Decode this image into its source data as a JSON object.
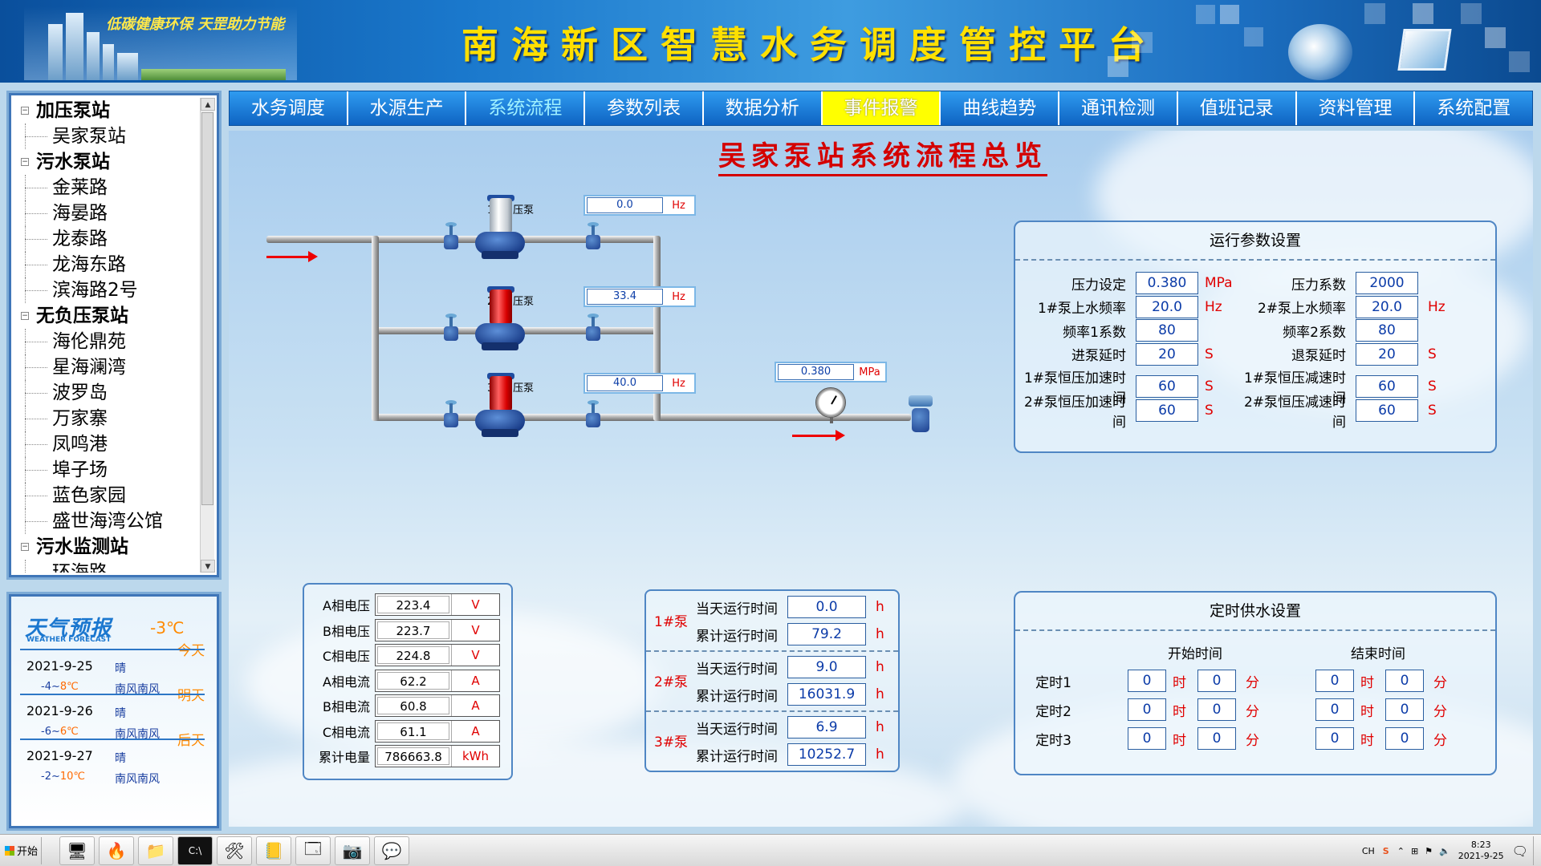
{
  "header": {
    "title": "南海新区智慧水务调度管控平台",
    "slogan": "低碳健康环保 天罡助力节能"
  },
  "nav": {
    "tabs": [
      {
        "label": "水务调度",
        "state": "normal"
      },
      {
        "label": "水源生产",
        "state": "normal"
      },
      {
        "label": "系统流程",
        "state": "active"
      },
      {
        "label": "参数列表",
        "state": "normal"
      },
      {
        "label": "数据分析",
        "state": "normal"
      },
      {
        "label": "事件报警",
        "state": "alarm"
      },
      {
        "label": "曲线趋势",
        "state": "normal"
      },
      {
        "label": "通讯检测",
        "state": "normal"
      },
      {
        "label": "值班记录",
        "state": "normal"
      },
      {
        "label": "资料管理",
        "state": "normal"
      },
      {
        "label": "系统配置",
        "state": "normal"
      }
    ]
  },
  "tree": {
    "groups": [
      {
        "label": "加压泵站",
        "items": [
          "吴家泵站"
        ]
      },
      {
        "label": "污水泵站",
        "items": [
          "金莱路",
          "海晏路",
          "龙泰路",
          "龙海东路",
          "滨海路2号"
        ]
      },
      {
        "label": "无负压泵站",
        "items": [
          "海伦鼎苑",
          "星海澜湾",
          "波罗岛",
          "万家寨",
          "凤鸣港",
          "埠子场",
          "蓝色家园",
          "盛世海湾公馆"
        ]
      },
      {
        "label": "污水监测站",
        "items": [
          "环海路"
        ]
      }
    ]
  },
  "weather": {
    "logo": "天气预报",
    "logo_sub": "WEATHER FORECAST",
    "current_temp": "-3℃",
    "days": [
      {
        "tag": "今天",
        "date": "2021-9-25",
        "wx": "晴",
        "lo": "-4~",
        "hi": "8℃",
        "wind": "南风南风"
      },
      {
        "tag": "明天",
        "date": "2021-9-26",
        "wx": "晴",
        "lo": "-6~",
        "hi": "6℃",
        "wind": "南风南风"
      },
      {
        "tag": "后天",
        "date": "2021-9-27",
        "wx": "晴",
        "lo": "-2~",
        "hi": "10℃",
        "wind": "南风南风"
      }
    ]
  },
  "page": {
    "title": "吴家泵站系统流程总览"
  },
  "pumps": [
    {
      "label": "1#加压泵",
      "hz": "0.0",
      "unit": "Hz",
      "color": "white"
    },
    {
      "label": "2#加压泵",
      "hz": "33.4",
      "unit": "Hz",
      "color": "red"
    },
    {
      "label": "3#加压泵",
      "hz": "40.0",
      "unit": "Hz",
      "color": "red"
    }
  ],
  "outlet": {
    "pressure": "0.380",
    "unit": "MPa"
  },
  "run_params": {
    "title": "运行参数设置",
    "rows": [
      {
        "l1": "压力设定",
        "v1": "0.380",
        "u1": "MPa",
        "l2": "压力系数",
        "v2": "2000",
        "u2": ""
      },
      {
        "l1": "1#泵上水频率",
        "v1": "20.0",
        "u1": "Hz",
        "l2": "2#泵上水频率",
        "v2": "20.0",
        "u2": "Hz"
      },
      {
        "l1": "频率1系数",
        "v1": "80",
        "u1": "",
        "l2": "频率2系数",
        "v2": "80",
        "u2": ""
      },
      {
        "l1": "进泵延时",
        "v1": "20",
        "u1": "S",
        "l2": "退泵延时",
        "v2": "20",
        "u2": "S"
      },
      {
        "l1": "1#泵恒压加速时间",
        "v1": "60",
        "u1": "S",
        "l2": "1#泵恒压减速时间",
        "v2": "60",
        "u2": "S"
      },
      {
        "l1": "2#泵恒压加速时间",
        "v1": "60",
        "u1": "S",
        "l2": "2#泵恒压减速时间",
        "v2": "60",
        "u2": "S"
      }
    ]
  },
  "electric": {
    "rows": [
      {
        "label": "A相电压",
        "value": "223.4",
        "unit": "V"
      },
      {
        "label": "B相电压",
        "value": "223.7",
        "unit": "V"
      },
      {
        "label": "C相电压",
        "value": "224.8",
        "unit": "V"
      },
      {
        "label": "A相电流",
        "value": "62.2",
        "unit": "A"
      },
      {
        "label": "B相电流",
        "value": "60.8",
        "unit": "A"
      },
      {
        "label": "C相电流",
        "value": "61.1",
        "unit": "A"
      },
      {
        "label": "累计电量",
        "value": "786663.8",
        "unit": "kWh"
      }
    ]
  },
  "runtime": {
    "pumps": [
      {
        "name": "1#泵",
        "today_label": "当天运行时间",
        "today": "0.0",
        "total_label": "累计运行时间",
        "total": "79.2",
        "unit": "h"
      },
      {
        "name": "2#泵",
        "today_label": "当天运行时间",
        "today": "9.0",
        "total_label": "累计运行时间",
        "total": "16031.9",
        "unit": "h"
      },
      {
        "name": "3#泵",
        "today_label": "当天运行时间",
        "today": "6.9",
        "total_label": "累计运行时间",
        "total": "10252.7",
        "unit": "h"
      }
    ]
  },
  "timer": {
    "title": "定时供水设置",
    "start_label": "开始时间",
    "end_label": "结束时间",
    "hour_unit": "时",
    "min_unit": "分",
    "rows": [
      {
        "label": "定时1",
        "sh": "0",
        "sm": "0",
        "eh": "0",
        "em": "0"
      },
      {
        "label": "定时2",
        "sh": "0",
        "sm": "0",
        "eh": "0",
        "em": "0"
      },
      {
        "label": "定时3",
        "sh": "0",
        "sm": "0",
        "eh": "0",
        "em": "0"
      }
    ]
  },
  "taskbar": {
    "start": "开始",
    "lang": "CH",
    "time": "8:23",
    "date": "2021-9-25"
  }
}
